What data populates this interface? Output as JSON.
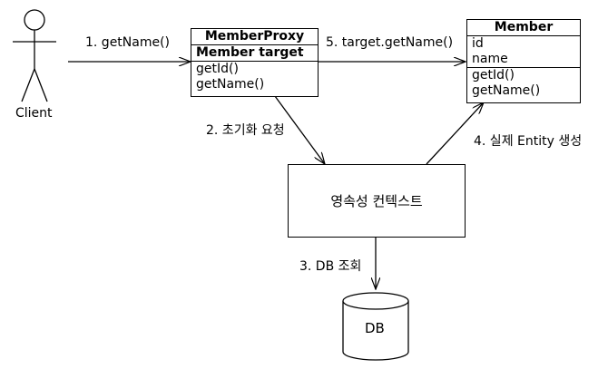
{
  "actor": {
    "label": "Client"
  },
  "proxy": {
    "title": "MemberProxy",
    "field": "Member target",
    "methods": [
      "getId()",
      "getName()"
    ]
  },
  "member": {
    "title": "Member",
    "fields": [
      "id",
      "name"
    ],
    "methods": [
      "getId()",
      "getName()"
    ]
  },
  "context": {
    "label": "영속성 컨텍스트"
  },
  "db": {
    "label": "DB"
  },
  "arrows": {
    "step1": "1. getName()",
    "step2": "2. 초기화 요청",
    "step3": "3. DB 조회",
    "step4": "4. 실제 Entity 생성",
    "step5": "5. target.getName()"
  }
}
